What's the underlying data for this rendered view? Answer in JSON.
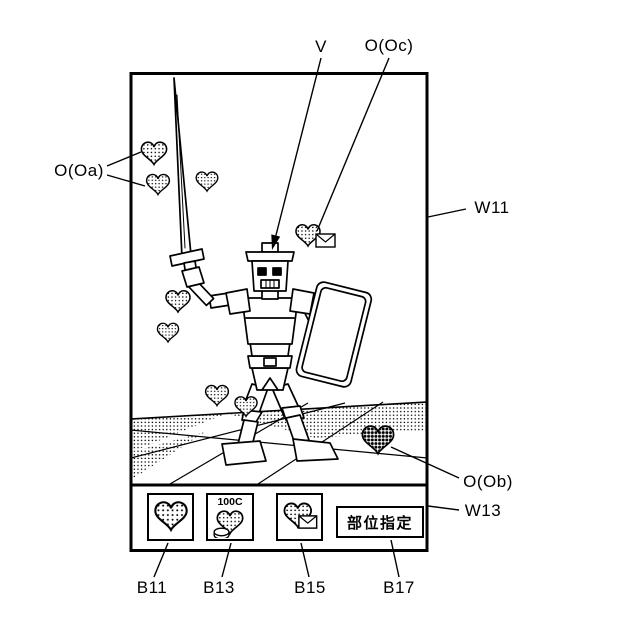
{
  "figure": {
    "callouts": {
      "v": "V",
      "o_oc": "O(Oc)",
      "o_oa": "O(Oa)",
      "w11": "W11",
      "o_ob": "O(Ob)",
      "w13": "W13",
      "b11": "B11",
      "b13": "B13",
      "b15": "B15",
      "b17": "B17"
    },
    "colors": {
      "ink": "#000000",
      "paper": "#ffffff"
    }
  },
  "toolbar": {
    "b13_price": "100C",
    "b17_label": "部位指定",
    "icons": {
      "b11": "heart-icon",
      "b13": "heart-coin-icon",
      "b15": "heart-envelope-icon"
    }
  },
  "scene": {
    "objects": {
      "character": "robot-knight-with-sword-and-shield",
      "heart_group": "heart-icon",
      "heart_envelope": "heart-envelope-icon",
      "dark_heart": "dark-heart-icon"
    }
  }
}
